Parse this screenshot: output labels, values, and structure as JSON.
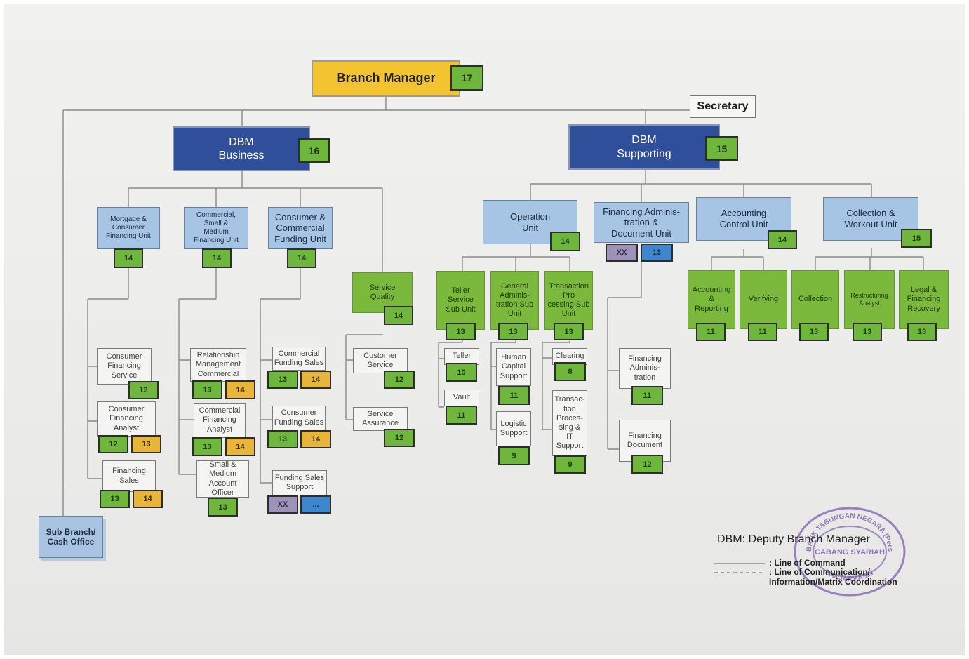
{
  "branch_manager": {
    "label": "Branch Manager",
    "grade": "17"
  },
  "secretary": {
    "label": "Secretary"
  },
  "dbm_business": {
    "label": "DBM\nBusiness",
    "grade": "16"
  },
  "dbm_supporting": {
    "label": "DBM\nSupporting",
    "grade": "15"
  },
  "sub_branch": {
    "label": "Sub Branch/\nCash Office"
  },
  "business_units": [
    {
      "label": "Mortgage &\nConsumer\nFinancing Unit",
      "grade": "14"
    },
    {
      "label": "Commercial,\nSmall &\nMedium\nFinancing Unit",
      "grade": "14"
    },
    {
      "label": "Consumer &\nCommercial\nFunding Unit",
      "grade": "14"
    },
    {
      "label": "Service\nQuality",
      "grade": "14"
    }
  ],
  "business_positions": [
    {
      "label": "Consumer\nFinancing\nService",
      "grades": [
        "12"
      ]
    },
    {
      "label": "Consumer\nFinancing\nAnalyst",
      "grades": [
        "12",
        "13"
      ]
    },
    {
      "label": "Financing\nSales",
      "grades": [
        "13",
        "14"
      ]
    },
    {
      "label": "Relationship\nManagement\nCommercial",
      "grades": [
        "13",
        "14"
      ]
    },
    {
      "label": "Commercial\nFinancing\nAnalyst",
      "grades": [
        "13",
        "14"
      ]
    },
    {
      "label": "Small &\nMedium\nAccount\nOfficer",
      "grades": [
        "13"
      ]
    },
    {
      "label": "Commercial\nFunding Sales",
      "grades": [
        "13",
        "14"
      ]
    },
    {
      "label": "Consumer\nFunding Sales",
      "grades": [
        "13",
        "14"
      ]
    },
    {
      "label": "Funding Sales\nSupport",
      "grades": [
        "XX",
        "..."
      ]
    },
    {
      "label": "Customer\nService",
      "grades": [
        "12"
      ]
    },
    {
      "label": "Service\nAssurance",
      "grades": [
        "12"
      ]
    }
  ],
  "supporting_units": [
    {
      "label": "Operation\nUnit",
      "grade": "14"
    },
    {
      "label": "Financing Adminis-\ntration &\nDocument Unit",
      "grades": [
        "XX",
        "13"
      ]
    },
    {
      "label": "Accounting\nControl Unit",
      "grade": "14"
    },
    {
      "label": "Collection &\nWorkout Unit",
      "grade": "15"
    }
  ],
  "operation_subunits": [
    {
      "label": "Teller\nService\nSub Unit",
      "grade": "13"
    },
    {
      "label": "General\nAdminis-\ntration Sub\nUnit",
      "grade": "13"
    },
    {
      "label": "Transaction\nPro\ncessing Sub\nUnit",
      "grade": "13"
    }
  ],
  "operation_positions": [
    {
      "label": "Teller",
      "grade": "10"
    },
    {
      "label": "Vault",
      "grade": "11"
    },
    {
      "label": "Human\nCapital\nSupport",
      "grade": "11"
    },
    {
      "label": "Logistic\nSupport",
      "grade": "9"
    },
    {
      "label": "Clearing",
      "grade": "8"
    },
    {
      "label": "Transac-\ntion\nProces-\nsing &\nIT\nSupport",
      "grade": "9"
    }
  ],
  "financing_admin_positions": [
    {
      "label": "Financing\nAdminis-\ntration",
      "grade": "11"
    },
    {
      "label": "Financing\nDocument",
      "grade": "12"
    }
  ],
  "accounting_positions": [
    {
      "label": "Accounting\n&\nReporting",
      "grade": "11"
    },
    {
      "label": "Verifying",
      "grade": "11"
    }
  ],
  "collection_positions": [
    {
      "label": "Collection",
      "grade": "13"
    },
    {
      "label": "Restructuring\nAnalyst",
      "grade": "13"
    },
    {
      "label": "Legal &\nFinancing\nRecovery",
      "grade": "13"
    }
  ],
  "legend": {
    "definition": "DBM: Deputy Branch Manager",
    "line_of_command": ": Line of Command",
    "line_of_communication": ": Line of Communication/\nInformation/Matrix Coordination"
  },
  "stamp": {
    "top_text": "BANK TABUNGAN NEGARA (Persero)",
    "center_text": "CABANG SYARIAH",
    "bottom_text": "BANJARMASIN"
  },
  "colors": {
    "manager_gold": "#f4c430",
    "dbm_navy": "#2f4f9a",
    "unit_light_blue": "#a6c4e4",
    "position_green": "#7ab93c",
    "grade_orange": "#e8b43a",
    "grade_purple": "#9d93b8",
    "grade_blue": "#3f86cc",
    "stamp_purple": "#7b5fb0"
  }
}
